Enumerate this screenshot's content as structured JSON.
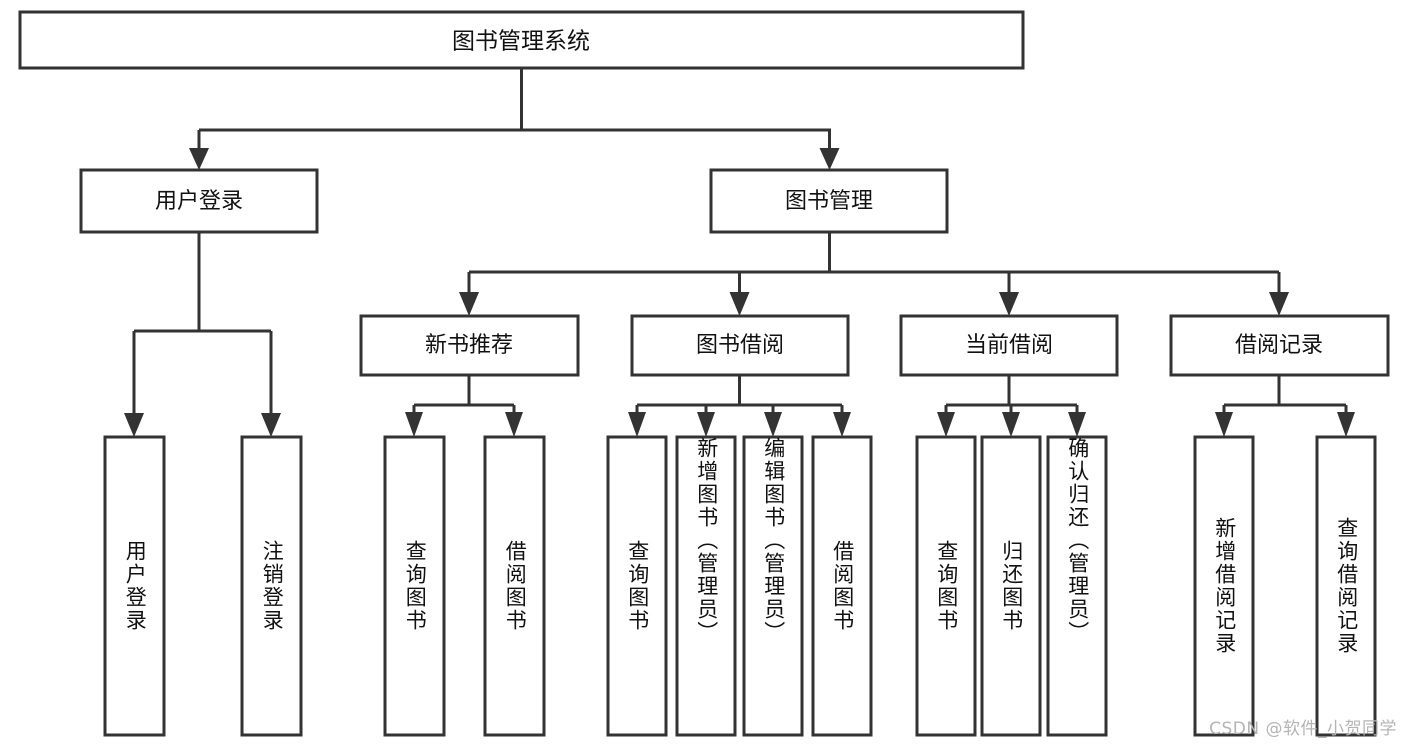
{
  "diagram": {
    "type": "tree-hierarchy",
    "title": "图书管理系统",
    "root": {
      "id": "root",
      "label": "图书管理系统",
      "orientation": "horizontal"
    },
    "level2": [
      {
        "id": "user-login",
        "label": "用户登录",
        "orientation": "horizontal"
      },
      {
        "id": "book-manage",
        "label": "图书管理",
        "orientation": "horizontal"
      }
    ],
    "level3": [
      {
        "id": "new-book-rec",
        "label": "新书推荐",
        "orientation": "horizontal",
        "parent": "book-manage"
      },
      {
        "id": "book-borrow",
        "label": "图书借阅",
        "orientation": "horizontal",
        "parent": "book-manage"
      },
      {
        "id": "current-borrow",
        "label": "当前借阅",
        "orientation": "horizontal",
        "parent": "book-manage"
      },
      {
        "id": "borrow-record",
        "label": "借阅记录",
        "orientation": "horizontal",
        "parent": "book-manage"
      }
    ],
    "leaves": [
      {
        "id": "leaf-user-login",
        "label": "用户登录",
        "parent": "user-login",
        "orientation": "vertical"
      },
      {
        "id": "leaf-user-logout",
        "label": "注销登录",
        "parent": "user-login",
        "orientation": "vertical"
      },
      {
        "id": "leaf-query-book-rec",
        "label": "查询图书",
        "parent": "new-book-rec",
        "orientation": "vertical"
      },
      {
        "id": "leaf-borrow-book-rec",
        "label": "借阅图书",
        "parent": "new-book-rec",
        "orientation": "vertical"
      },
      {
        "id": "leaf-query-book-borrow",
        "label": "查询图书",
        "parent": "book-borrow",
        "orientation": "vertical"
      },
      {
        "id": "leaf-add-book",
        "label": "新增图书（管理员）",
        "parent": "book-borrow",
        "orientation": "vertical"
      },
      {
        "id": "leaf-edit-book",
        "label": "编辑图书（管理员）",
        "parent": "book-borrow",
        "orientation": "vertical"
      },
      {
        "id": "leaf-borrow-book",
        "label": "借阅图书",
        "parent": "book-borrow",
        "orientation": "vertical"
      },
      {
        "id": "leaf-query-book-current",
        "label": "查询图书",
        "parent": "current-borrow",
        "orientation": "vertical"
      },
      {
        "id": "leaf-return-book",
        "label": "归还图书",
        "parent": "current-borrow",
        "orientation": "vertical"
      },
      {
        "id": "leaf-confirm-return",
        "label": "确认归还（管理员）",
        "parent": "current-borrow",
        "orientation": "vertical"
      },
      {
        "id": "leaf-add-record",
        "label": "新增借阅记录",
        "parent": "borrow-record",
        "orientation": "vertical"
      },
      {
        "id": "leaf-query-record",
        "label": "查询借阅记录",
        "parent": "borrow-record",
        "orientation": "vertical"
      }
    ]
  },
  "watermark": {
    "text": "CSDN @软件_小贺同学"
  },
  "colors": {
    "stroke": "#333333",
    "fill": "#ffffff",
    "text": "#111111",
    "watermark": "#b4b4b4"
  }
}
